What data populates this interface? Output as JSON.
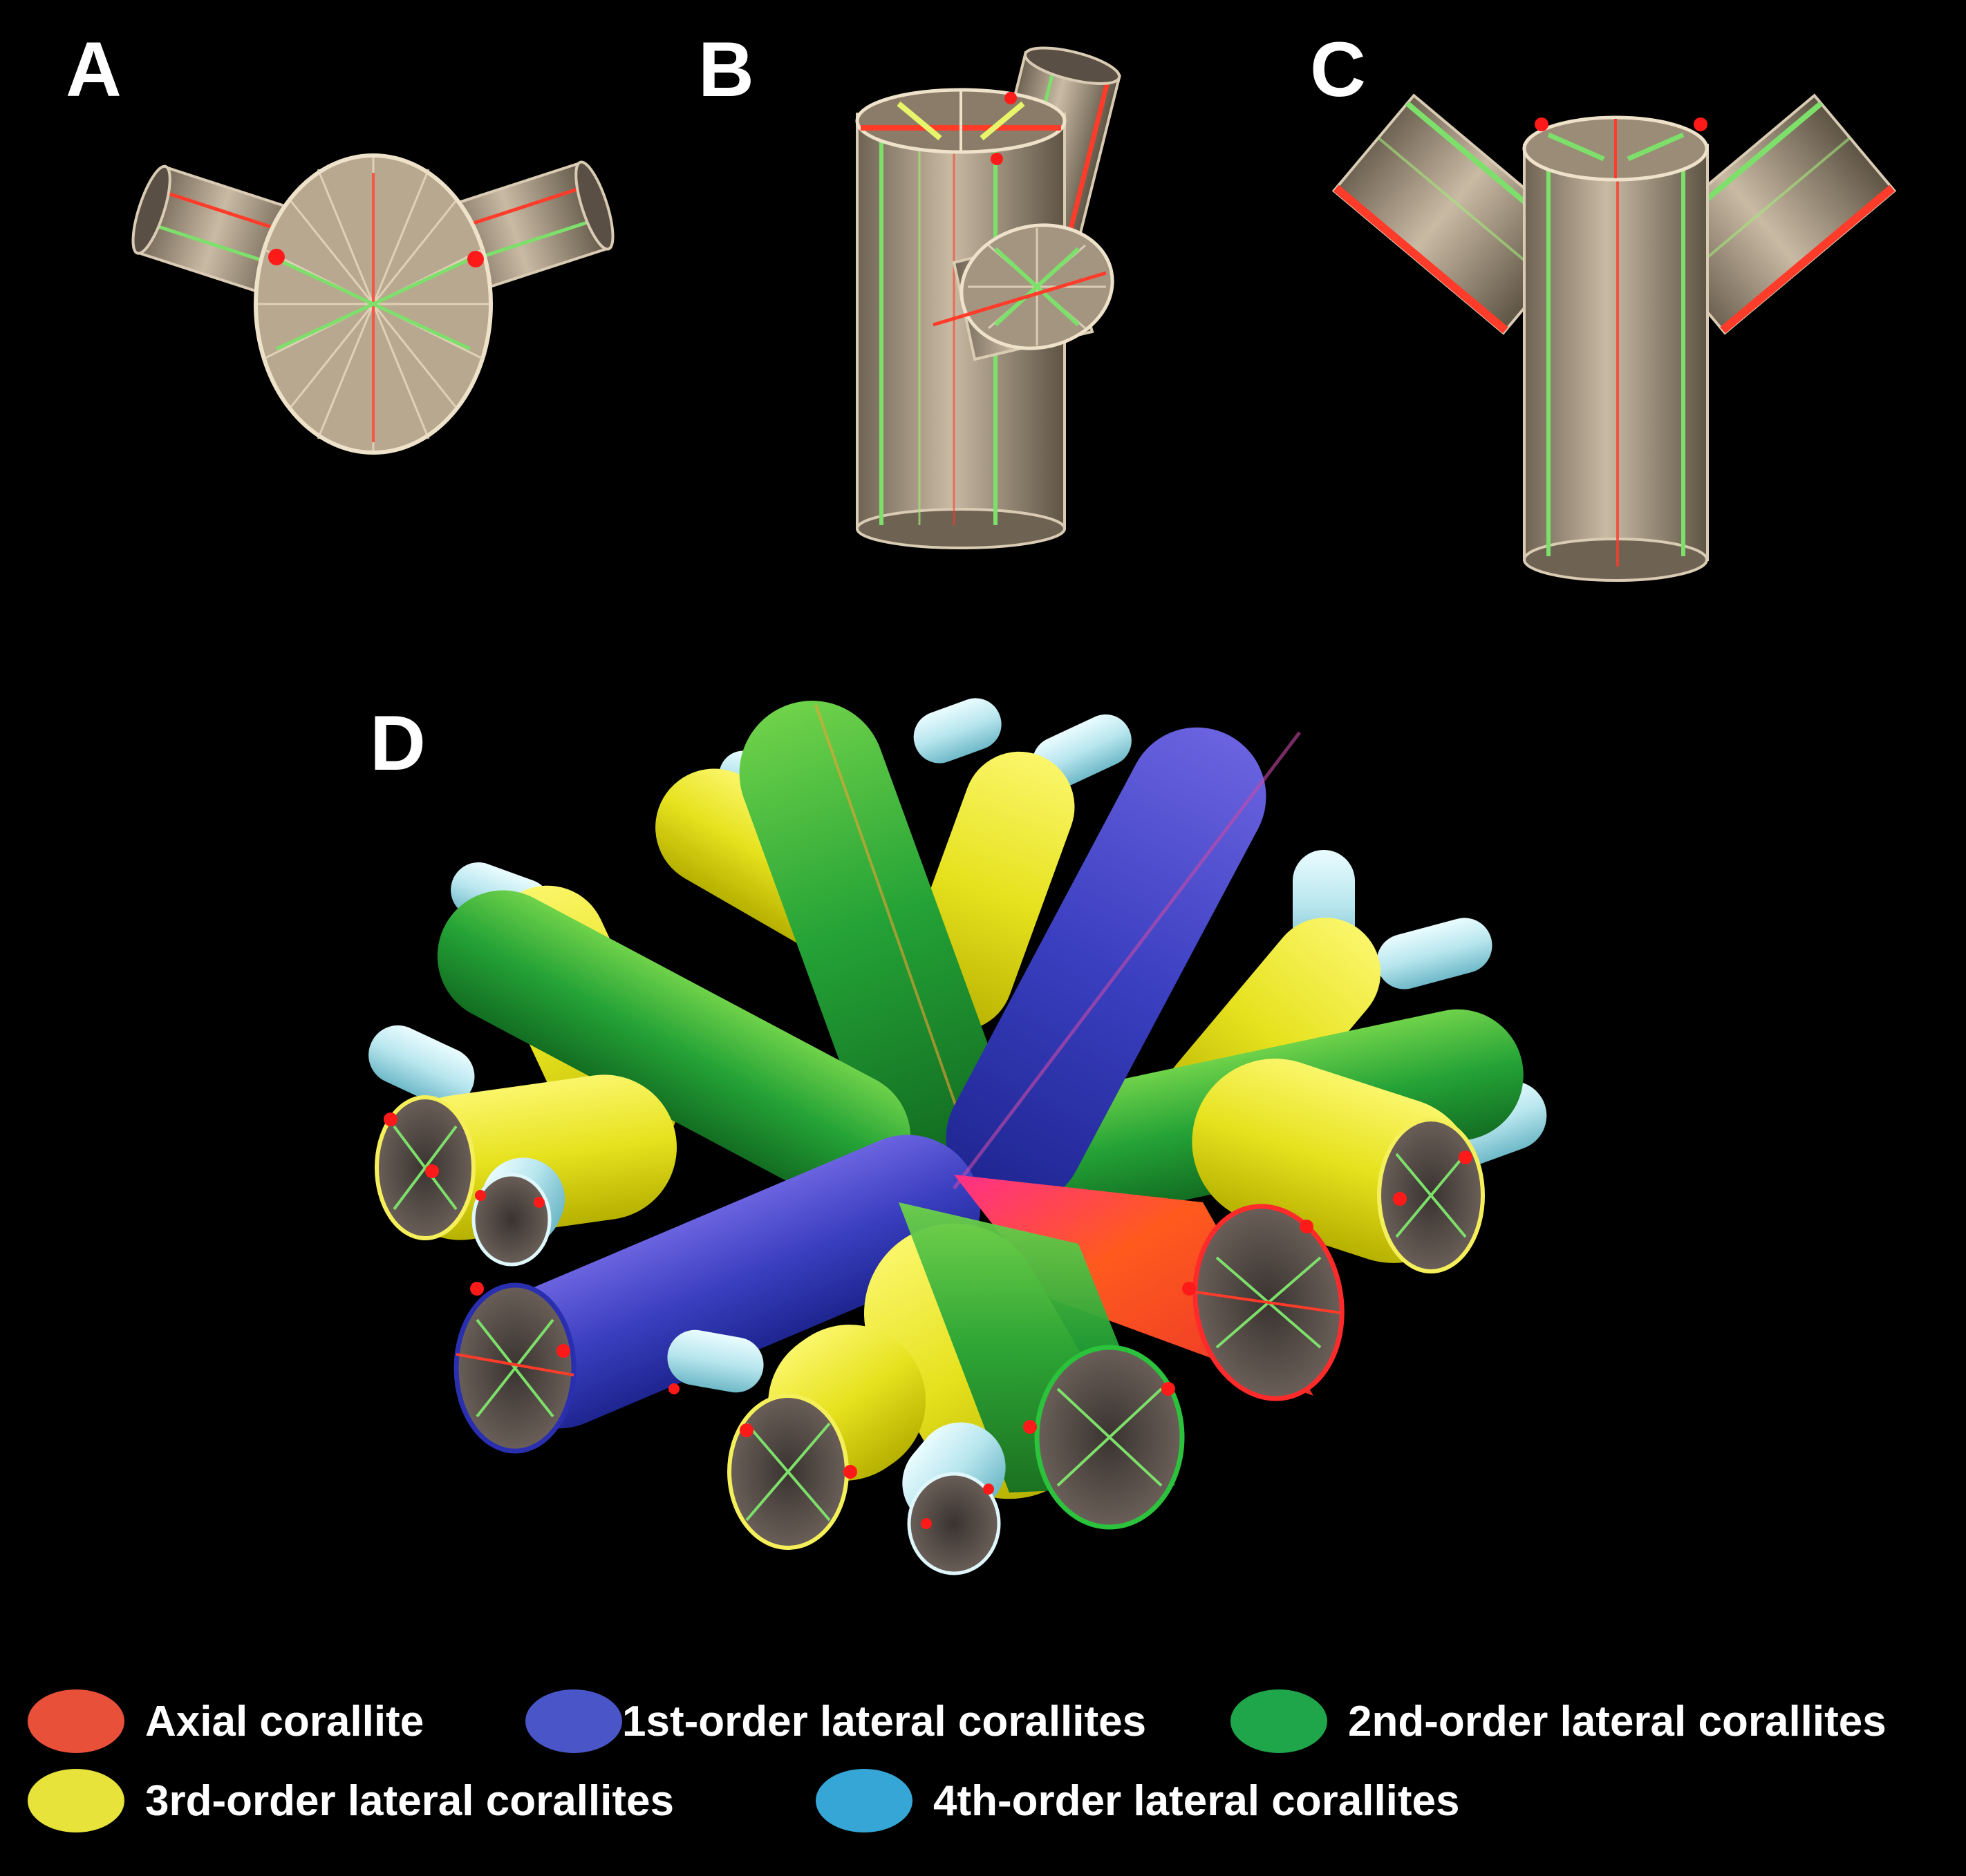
{
  "panels": {
    "a": {
      "letter": "A"
    },
    "b": {
      "letter": "B"
    },
    "c": {
      "letter": "C"
    },
    "d": {
      "letter": "D"
    }
  },
  "legend": {
    "items": [
      {
        "label": "Axial corallite",
        "color": "#e8503a"
      },
      {
        "label": "1st-order lateral corallites",
        "color": "#4a56c8"
      },
      {
        "label": "2nd-order lateral corallites",
        "color": "#1fa64a"
      },
      {
        "label": "3rd-order lateral corallites",
        "color": "#e8e33a"
      },
      {
        "label": "4th-order lateral corallites",
        "color": "#35a6d6"
      }
    ]
  },
  "colors": {
    "shell": "#b8a892",
    "septa_red": "#ff3b2a",
    "septa_green": "#7de06a",
    "dot": "#ff1a1a",
    "axial": "#e8462e",
    "first": "#3a3fc0",
    "second": "#23a236",
    "third": "#e6e21e",
    "fourth": "#b8e6ee"
  }
}
